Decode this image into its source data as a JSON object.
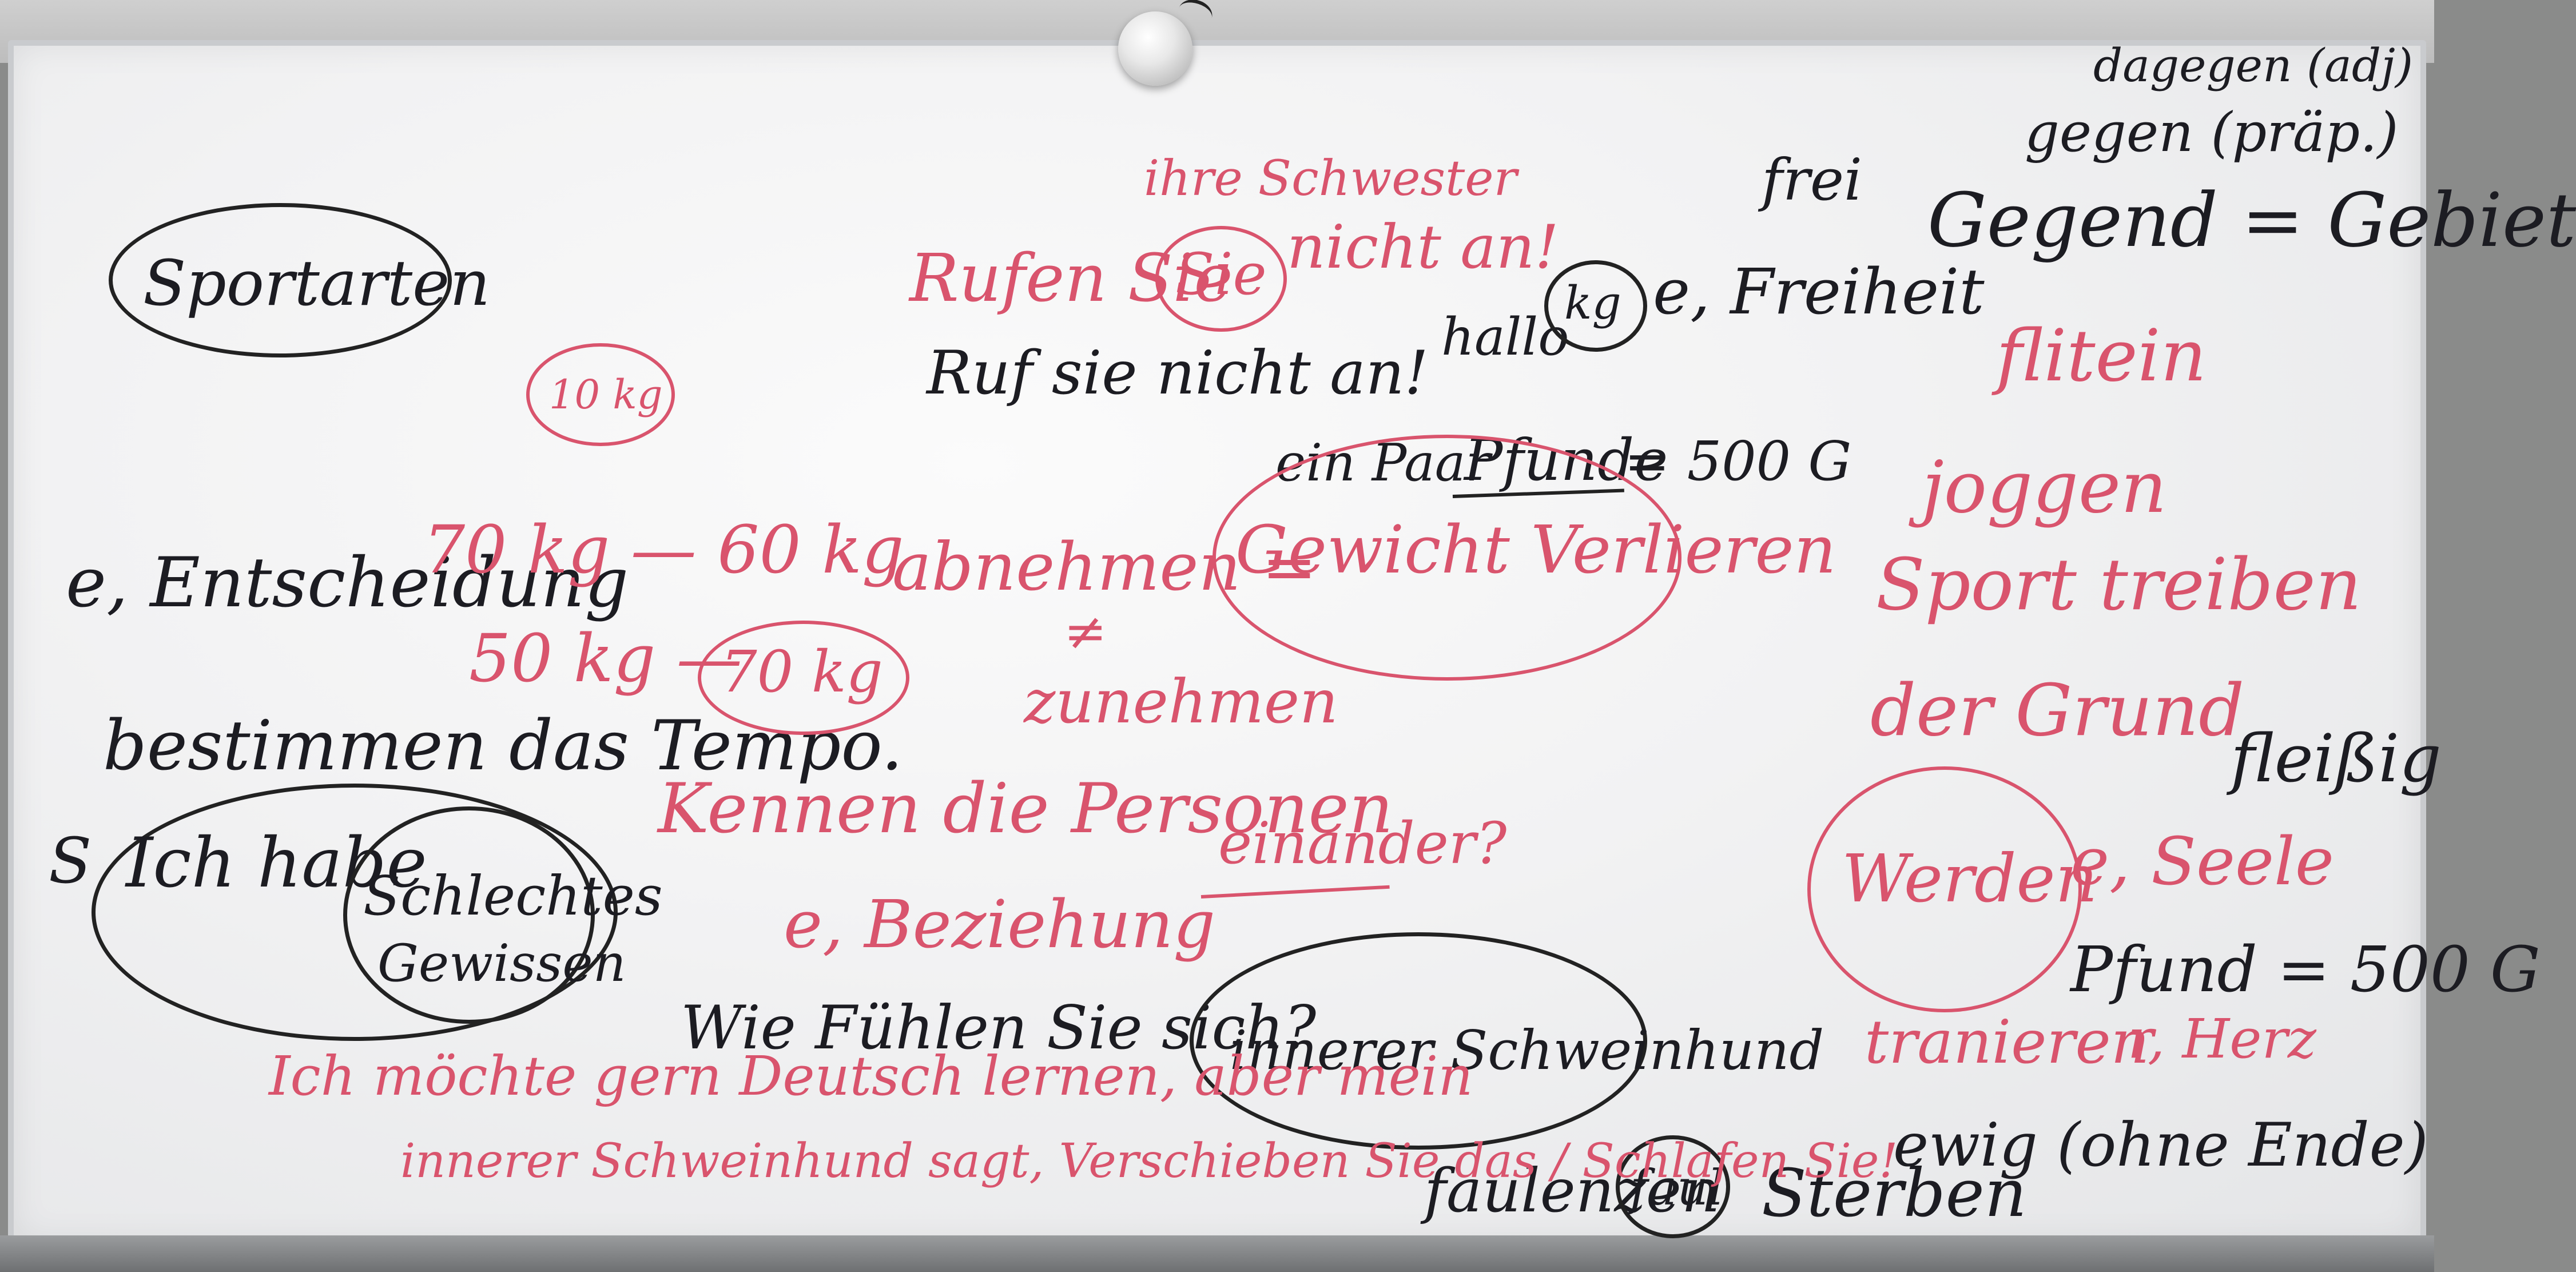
{
  "board": {
    "black": {
      "sportarten": "Sportarten",
      "ruf": "Ruf sie nicht an!",
      "hallo": "hallo",
      "kg_circle": "kg",
      "freiheit": "e, Freiheit",
      "gegend": "Gegend = Gebiet",
      "frei": "frei",
      "gegen": "gegen (präp.)",
      "dagegen": "dagegen (adj)",
      "ein_paar": "ein Paar",
      "pfunde": "Pfunde",
      "eq500": "= 500 G",
      "entscheidung": "e, Entscheidung",
      "bestimmen": "bestimmen das Tempo.",
      "ich_habe": "Ich habe",
      "schlechtes": "Schlechtes",
      "gewissen": "Gewissen",
      "wie_fuehlen": "Wie Fühlen Sie sich?",
      "innerer": "innerer Schweinhund",
      "faulenzen": "faulenzen",
      "faul": "faul",
      "sterben": "Sterben",
      "ewig": "ewig (ohne Ende)",
      "pfund": "Pfund = 500 G",
      "fleissig": "fleißig",
      "s_mark": "S"
    },
    "red": {
      "ihre_schwester": "ihre Schwester",
      "rufen": "Rufen Sie",
      "sie_circle": "Sie",
      "nicht_an": "nicht an!",
      "10kg": "10 kg",
      "70_60": "70 kg — 60 kg",
      "50_70": "50 kg —",
      "70kg_circle": "70 kg",
      "abnehmen": "abnehmen =",
      "gewicht": "Gewicht Verlieren",
      "ne": "≠",
      "zunehmen": "zunehmen",
      "flitein": "flitein",
      "joggen": "joggen",
      "sport_treiben": "Sport treiben",
      "der_grund": "der Grund",
      "kennen": "Kennen die Personen",
      "einander": "einander?",
      "beziehung": "e, Beziehung",
      "werden": "Werden",
      "e_seele": "e, Seele",
      "r_herz": "r, Herz",
      "tranieren": "tranieren",
      "ich_moechte": "Ich möchte gern Deutsch lernen, aber mein",
      "innerer_sagt": "innerer Schweinhund sagt, Verschieben Sie das / Schlafen Sie!"
    }
  }
}
